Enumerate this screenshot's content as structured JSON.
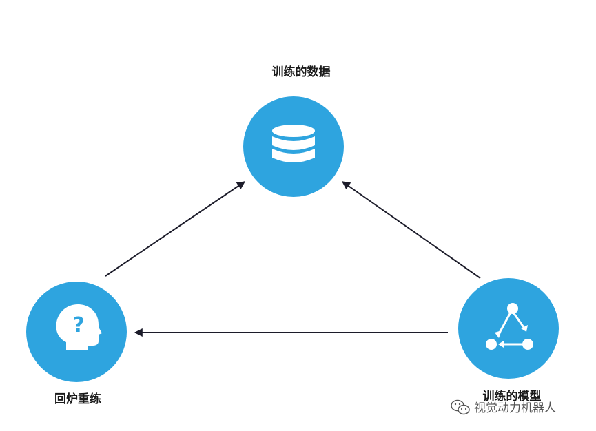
{
  "colors": {
    "node_fill": "#2ea4df",
    "arrow": "#1c1c2a",
    "icon": "#ffffff",
    "watermark": "#555555"
  },
  "nodes": {
    "top": {
      "label": "训练的数据",
      "icon": "database-icon"
    },
    "left": {
      "label": "回炉重练",
      "icon": "question-head-icon"
    },
    "right": {
      "label": "训练的模型",
      "icon": "cycle-graph-icon"
    }
  },
  "edges": [
    {
      "from": "left",
      "to": "top"
    },
    {
      "from": "right",
      "to": "top"
    },
    {
      "from": "right",
      "to": "left"
    }
  ],
  "watermark": {
    "text": "视觉动力机器人",
    "icon": "wechat-icon"
  }
}
